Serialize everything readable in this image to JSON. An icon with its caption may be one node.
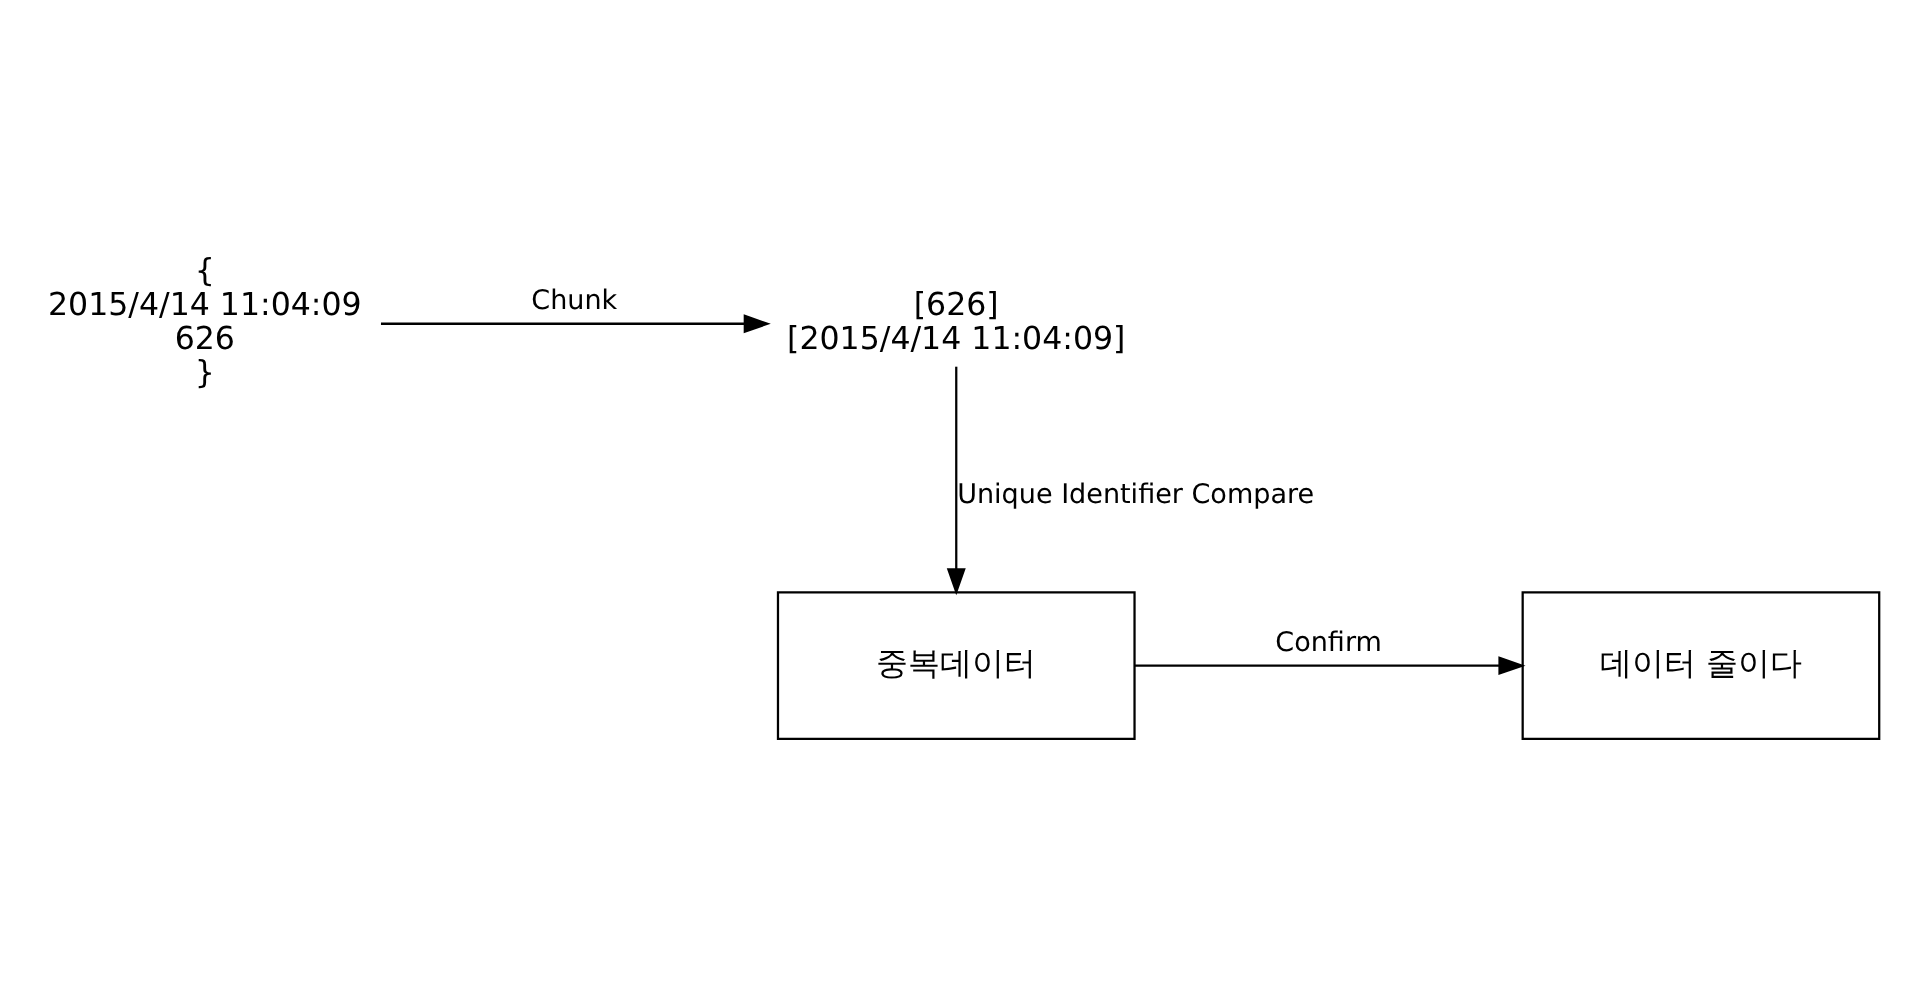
{
  "diagram": {
    "nodes": [
      {
        "text": [
          "{",
          "2015/4/14 11:04:09",
          "626",
          "}"
        ]
      },
      {
        "text": [
          "[626]",
          "[2015/4/14 11:04:09]"
        ]
      },
      {
        "text": [
          "중복데이터"
        ]
      },
      {
        "text": [
          "데이터 줄이다"
        ]
      }
    ],
    "edges": [
      {
        "from": 0,
        "to": 1,
        "arrow": "to",
        "label": "Chunk"
      },
      {
        "from": 1,
        "to": 2,
        "arrow": "to",
        "label": "Unique Identifier Compare"
      },
      {
        "from": 2,
        "to": 3,
        "arrow": "to",
        "label": "Confirm"
      }
    ]
  }
}
